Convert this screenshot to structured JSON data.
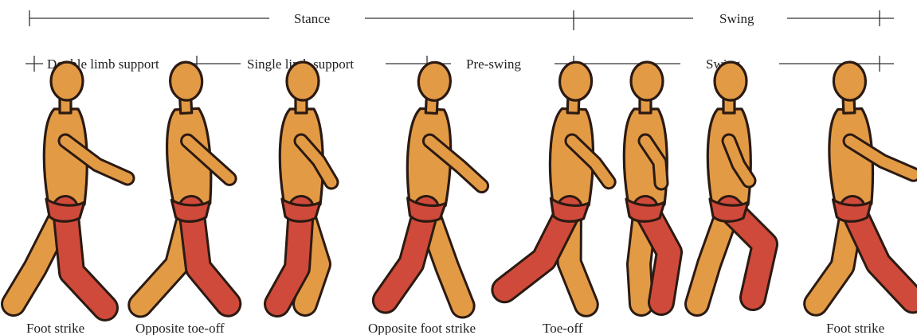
{
  "phase_bar": {
    "stance_label": "Stance",
    "swing_label": "Swing"
  },
  "subphase_bar": {
    "items": [
      {
        "label": "Double limb support"
      },
      {
        "label": "Single limb support"
      },
      {
        "label": "Pre-swing"
      },
      {
        "label": "Swing"
      }
    ]
  },
  "events": [
    {
      "label": "Foot strike"
    },
    {
      "label": "Opposite toe-off"
    },
    {
      "label": "Opposite foot strike"
    },
    {
      "label": "Toe-off"
    },
    {
      "label": "Foot strike"
    }
  ],
  "colors": {
    "skin": "#e39a45",
    "reference_leg": "#cf4a3a",
    "outline": "#2b1a12",
    "line": "#333333"
  }
}
